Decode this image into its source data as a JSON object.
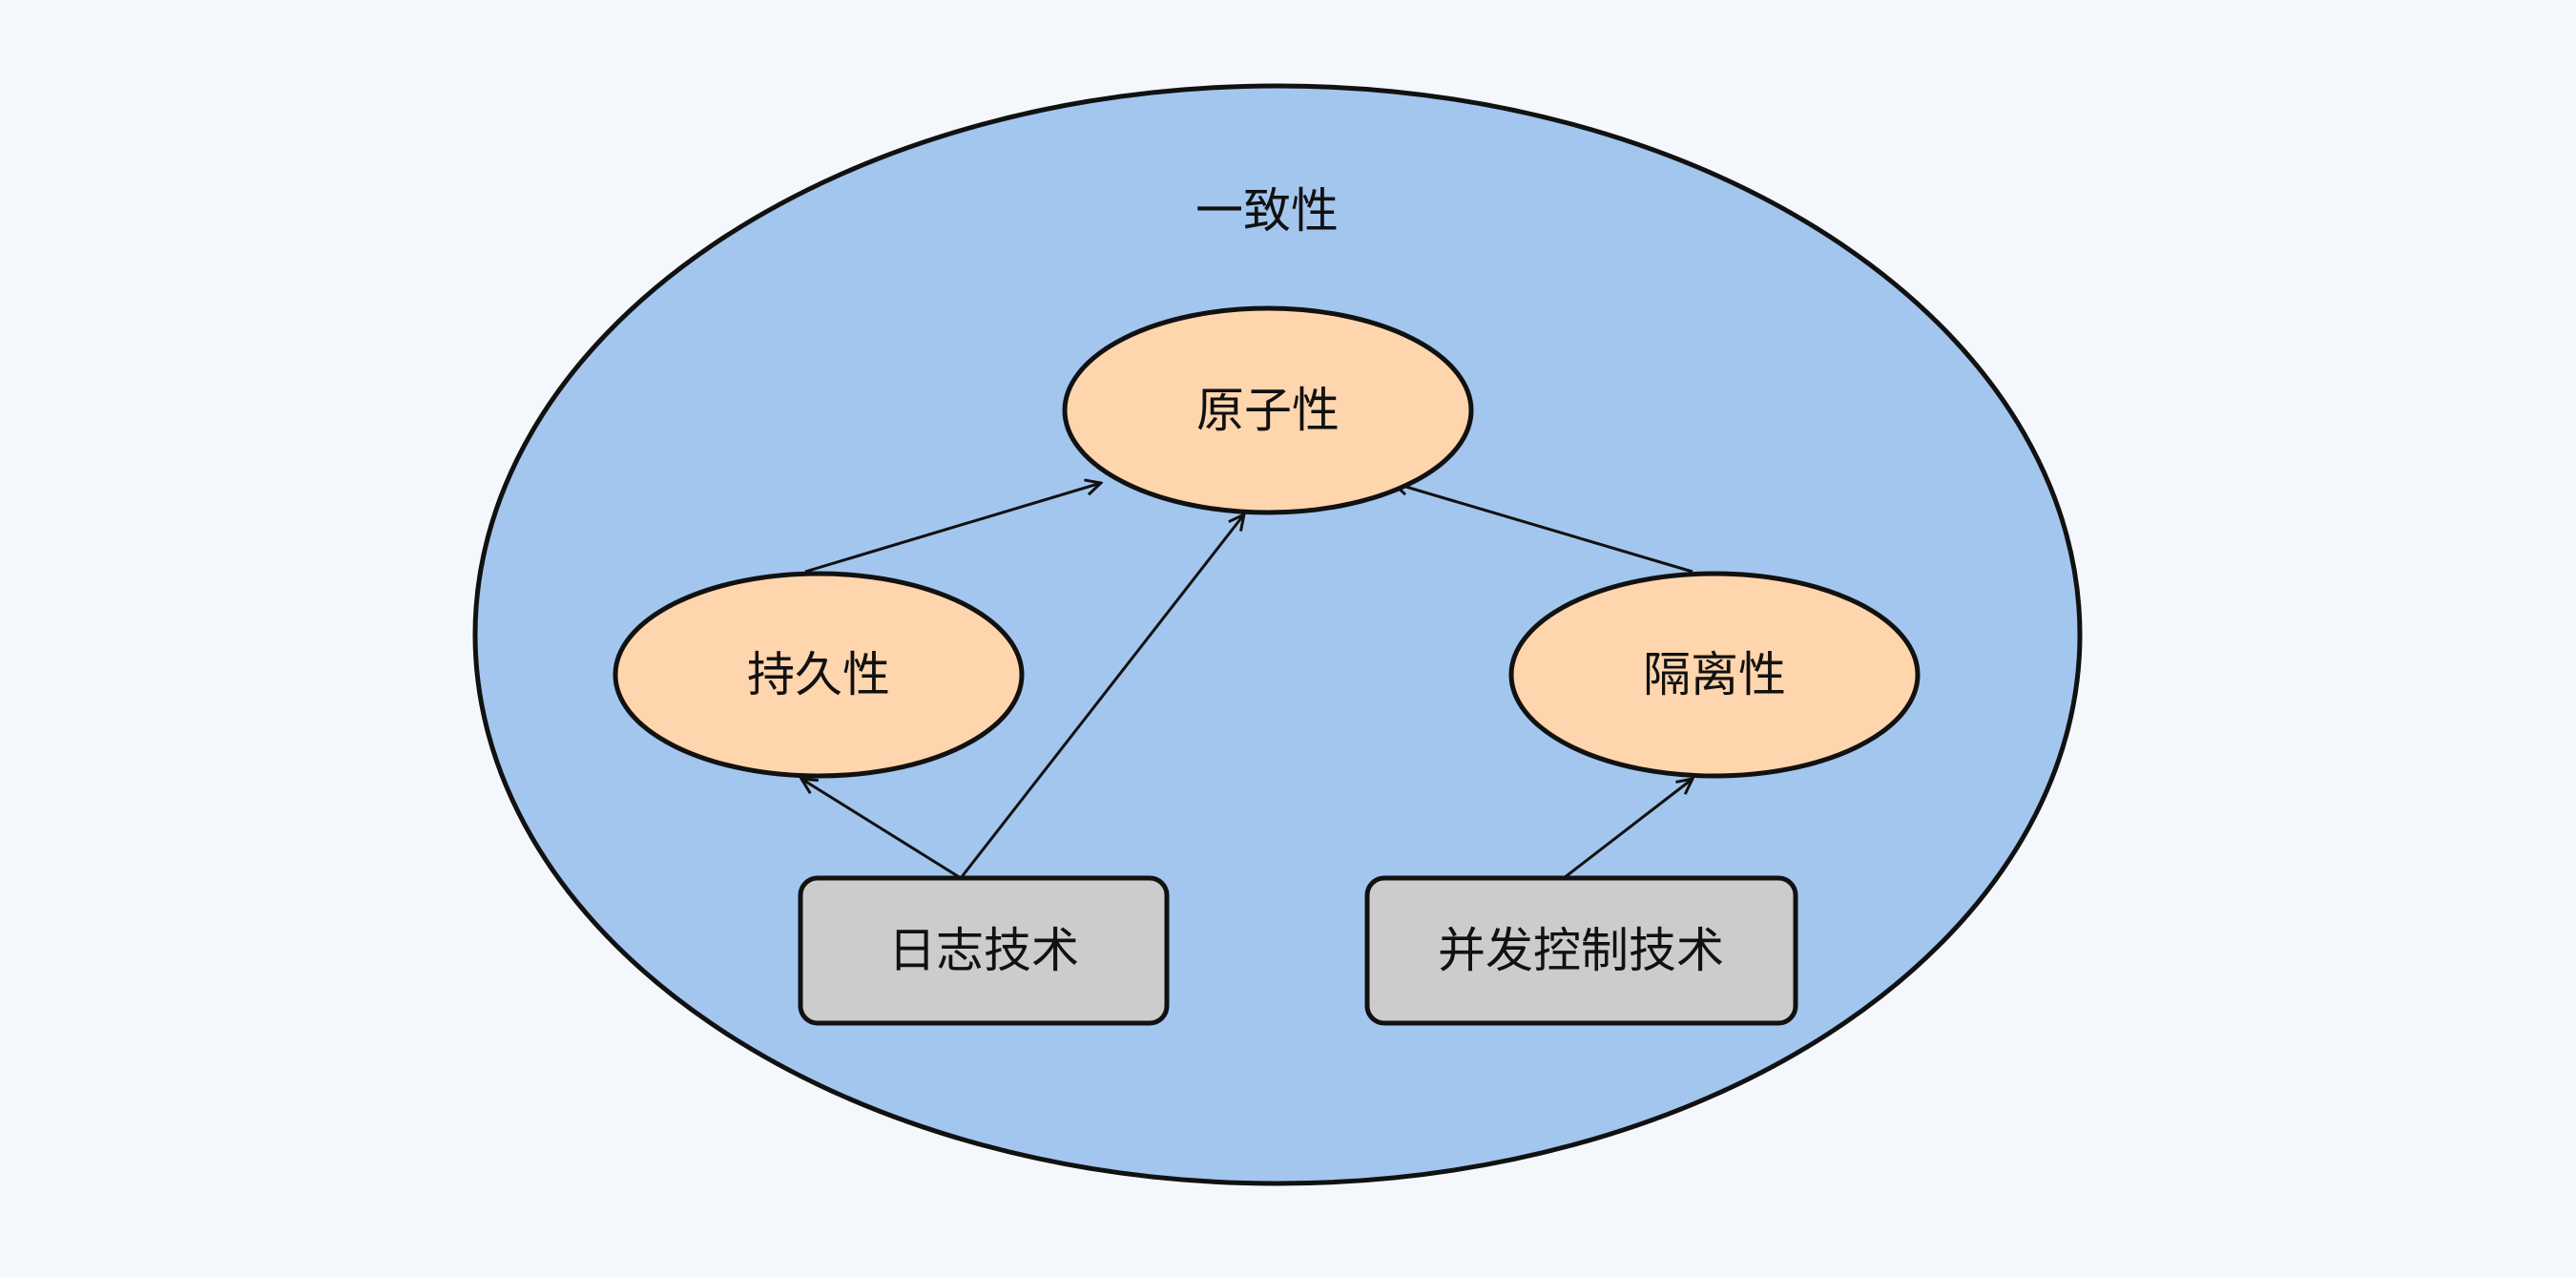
{
  "diagram": {
    "outer_label": "一致性",
    "nodes": {
      "atomicity": "原子性",
      "durability": "持久性",
      "isolation": "隔离性",
      "logging": "日志技术",
      "concurrency": "并发控制技术"
    },
    "edges": [
      {
        "from": "durability",
        "to": "atomicity"
      },
      {
        "from": "logging",
        "to": "atomicity"
      },
      {
        "from": "logging",
        "to": "durability"
      },
      {
        "from": "isolation",
        "to": "atomicity"
      },
      {
        "from": "concurrency",
        "to": "isolation"
      }
    ],
    "colors": {
      "background": "#f4f8fc",
      "outer": "#a3c6ee",
      "property": "#ffd5ad",
      "technique": "#cccccc"
    }
  }
}
